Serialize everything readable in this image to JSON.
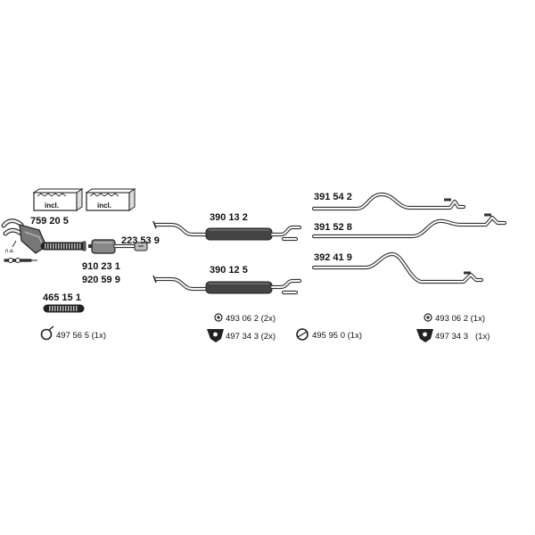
{
  "parts": {
    "kit_759": "759 20 5",
    "catalyst_910": "910 23 1",
    "catalyst_920": "920 59 9",
    "pipe_223": "223 53 9",
    "pipe_465": "465 15 1",
    "muffler_390_13": "390 13 2",
    "muffler_390_12": "390 12 5",
    "rear_391_54": "391 54 2",
    "rear_391_52": "391 52 8",
    "rear_392_41": "392 41 9"
  },
  "labels": {
    "incl_1": "incl.",
    "incl_2": "incl.",
    "na": "n.a."
  },
  "accessories": {
    "acc_497565": "497 56 5 (1x)",
    "acc_493062_2x": "493 06 2 (2x)",
    "acc_497343_2x": "497 34 3 (2x)",
    "acc_495950": "495 95 0 (1x)",
    "acc_493062_1x": "493 06 2 (1x)",
    "acc_497343_1x_code": "497 34 3",
    "acc_497343_1x_qty": "(1x)"
  }
}
